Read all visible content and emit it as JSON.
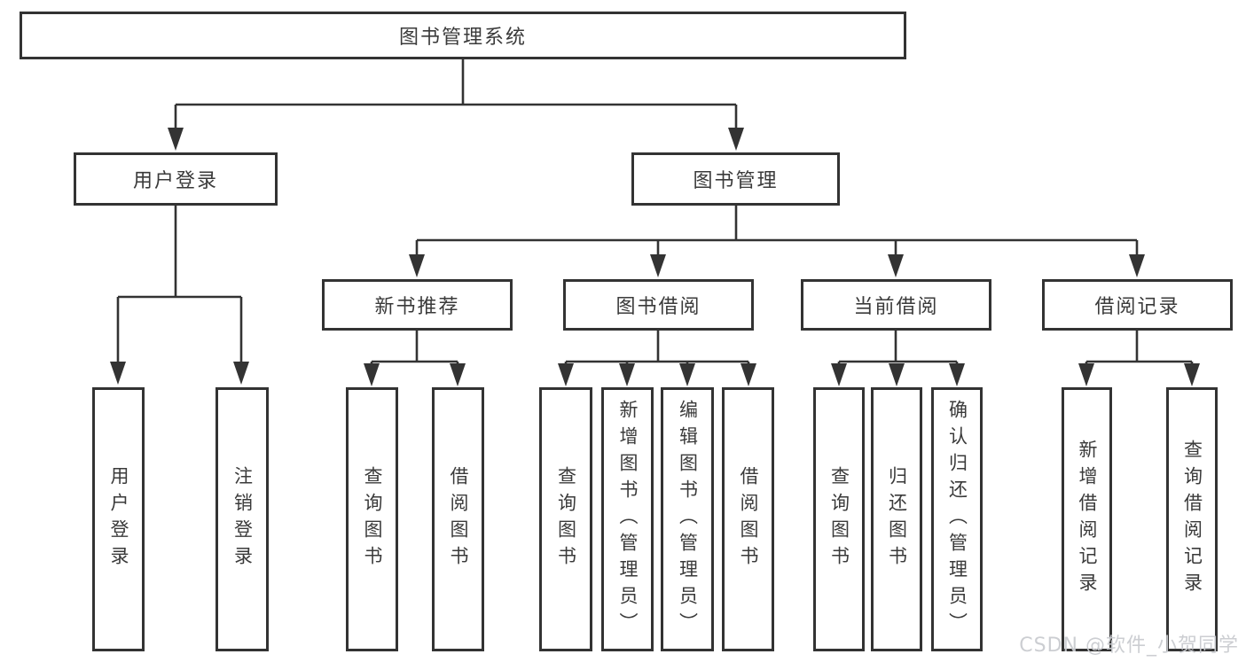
{
  "diagram": {
    "root": "图书管理系统",
    "level2": [
      "用户登录",
      "图书管理"
    ],
    "level3": [
      "新书推荐",
      "图书借阅",
      "当前借阅",
      "借阅记录"
    ],
    "leaves": {
      "login": [
        "用户登录",
        "注销登录"
      ],
      "recommend": [
        "查询图书",
        "借阅图书"
      ],
      "borrow": [
        "查询图书",
        "新增图书（管理员）",
        "编辑图书（管理员）",
        "借阅图书"
      ],
      "current": [
        "查询图书",
        "归还图书",
        "确认归还（管理员）"
      ],
      "records": [
        "新增借阅记录",
        "查询借阅记录"
      ]
    }
  },
  "watermark": {
    "text": "CSDN @软件_小贺同学"
  },
  "colors": {
    "line": "#333333",
    "node_border": "#333333",
    "text": "#3a3a3a",
    "background": "#ffffff",
    "watermark": "#caccd0"
  }
}
